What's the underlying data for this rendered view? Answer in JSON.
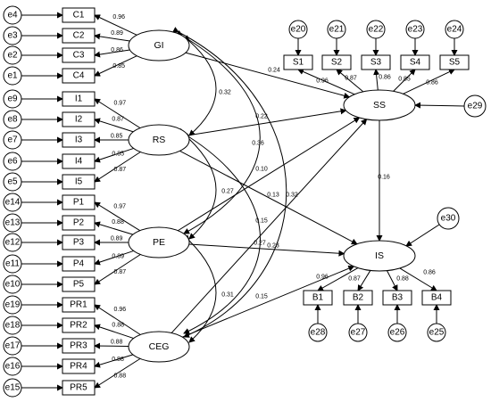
{
  "latents": {
    "GI": "GI",
    "RS": "RS",
    "PE": "PE",
    "CEG": "CEG",
    "SS": "SS",
    "IS": "IS"
  },
  "indicators": {
    "C1": "C1",
    "C2": "C2",
    "C3": "C3",
    "C4": "C4",
    "I1": "I1",
    "I2": "I2",
    "I3": "I3",
    "I4": "I4",
    "I5": "I5",
    "P1": "P1",
    "P2": "P2",
    "P3": "P3",
    "P4": "P4",
    "P5": "P5",
    "PR1": "PR1",
    "PR2": "PR2",
    "PR3": "PR3",
    "PR4": "PR4",
    "PR5": "PR5",
    "S1": "S1",
    "S2": "S2",
    "S3": "S3",
    "S4": "S4",
    "S5": "S5",
    "B1": "B1",
    "B2": "B2",
    "B3": "B3",
    "B4": "B4"
  },
  "errors": {
    "e1": "e1",
    "e2": "e2",
    "e3": "e3",
    "e4": "e4",
    "e5": "e5",
    "e6": "e6",
    "e7": "e7",
    "e8": "e8",
    "e9": "e9",
    "e10": "e10",
    "e11": "e11",
    "e12": "e12",
    "e13": "e13",
    "e14": "e14",
    "e15": "e15",
    "e16": "e16",
    "e17": "e17",
    "e18": "e18",
    "e19": "e19",
    "e20": "e20",
    "e21": "e21",
    "e22": "e22",
    "e23": "e23",
    "e24": "e24",
    "e25": "e25",
    "e26": "e26",
    "e27": "e27",
    "e28": "e28",
    "e29": "e29",
    "e30": "e30"
  },
  "loadings": {
    "GI": [
      "0.96",
      "0.89",
      "0.86",
      "0.85"
    ],
    "RS": [
      "0.97",
      "0.87",
      "0.85",
      "0.85",
      "0.87"
    ],
    "PE": [
      "0.97",
      "0.88",
      "0.89",
      "0.89",
      "0.87"
    ],
    "CEG": [
      "0.96",
      "0.88",
      "0.88",
      "0.88",
      "0.88"
    ],
    "SS": [
      "0.96",
      "0.87",
      "0.86",
      "0.85",
      "0.86"
    ],
    "IS": [
      "0.96",
      "0.87",
      "0.88",
      "0.86"
    ]
  },
  "correlations": {
    "GI_RS": "0.32",
    "GI_PE": "0.36",
    "GI_CEG": "0.32",
    "RS_PE": "0.27",
    "RS_CEG": "0.15",
    "PE_CEG": "0.31"
  },
  "paths": {
    "GI_SS": "0.24",
    "RS_SS": "0.22",
    "PE_SS": "0.10",
    "CEG_SS": "0.27",
    "RS_IS": "0.13",
    "PE_IS": "0.23",
    "CEG_IS": "0.15",
    "SS_IS": "0.16"
  }
}
